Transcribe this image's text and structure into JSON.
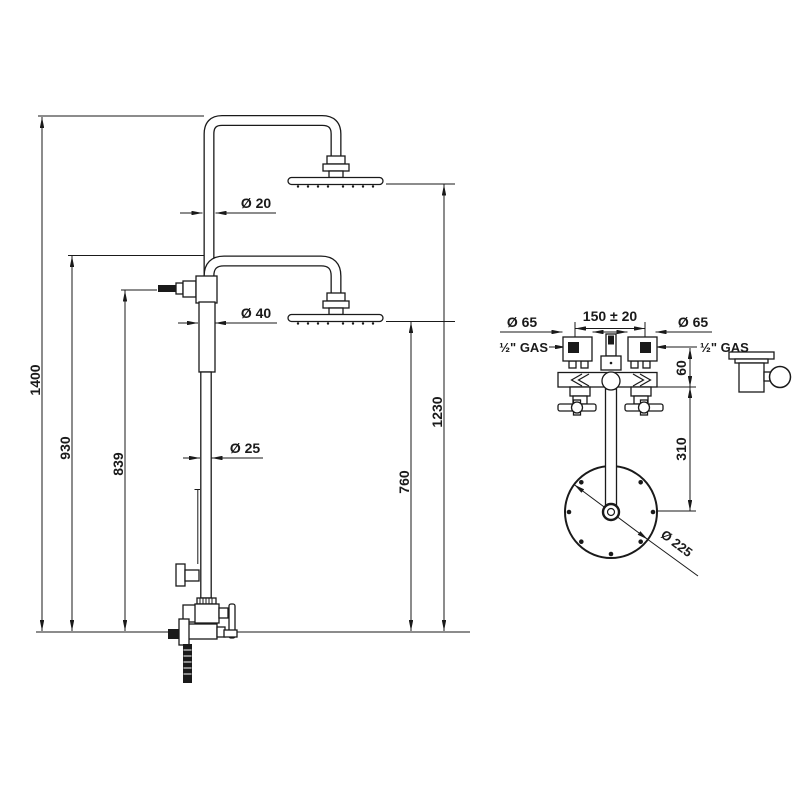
{
  "front": {
    "dims": {
      "total": "1400",
      "arm": "930",
      "diverter": "839",
      "upper_head": "1230",
      "lower_head": "760",
      "dia_upper_pipe": "Ø 20",
      "dia_column": "Ø 40",
      "dia_lower_pipe": "Ø 25"
    }
  },
  "top": {
    "dims": {
      "dia_flange_left": "Ø 65",
      "dia_flange_right": "Ø 65",
      "inlet_centers": "150 ± 20",
      "gas_left": "½\" GAS",
      "gas_right": "½\" GAS",
      "valve_offset": "60",
      "arm_length": "310",
      "head_dia": "Ø 225"
    }
  }
}
